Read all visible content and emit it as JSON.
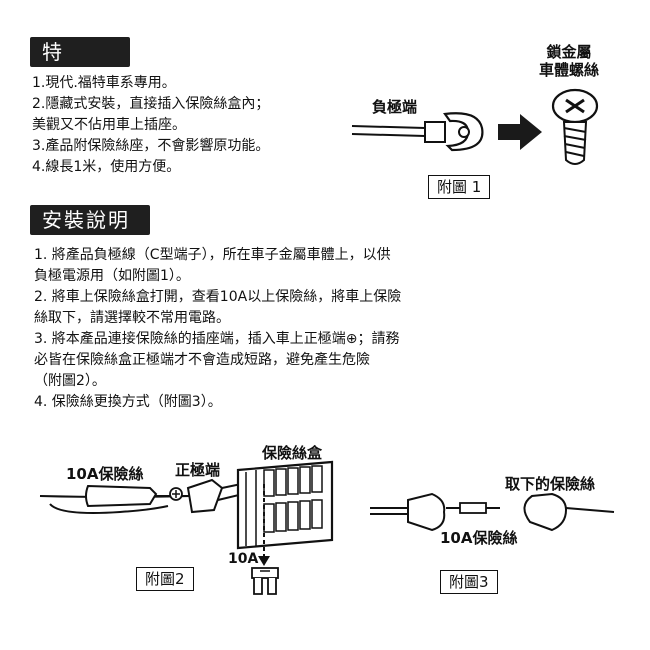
{
  "features": {
    "heading": "特點",
    "items": [
      "1.現代.福特車系專用。",
      "2.隱藏式安裝，直接插入保險絲盒內；\n美觀又不佔用車上插座。",
      "3.產品附保險絲座，不會影響原功能。",
      "4.線長1米，使用方便。"
    ]
  },
  "install": {
    "heading": "安裝說明",
    "items": [
      "1. 將產品負極線（C型端子），所在車子金屬車體上，以供\n負極電源用（如附圖1）。",
      "2. 將車上保險絲盒打開，查看10A以上保險絲，將車上保險\n絲取下，請選擇較不常用電路。",
      "3. 將本產品連接保險絲的插座端，插入車上正極端⊕；請務\n必皆在保險絲盒正極端才不會造成短路，避免產生危險\n（附圖2）。",
      "4. 保險絲更換方式（附圖3）。"
    ]
  },
  "figure1": {
    "label": "附圖 1",
    "negative_terminal": "負極端",
    "metal_screw": "鎖金屬\n車體螺絲"
  },
  "figure2": {
    "label": "附圖2",
    "fuse_10a": "10A保險絲",
    "positive_terminal": "正極端",
    "fuse_box": "保險絲盒",
    "fuse_rating": "10A"
  },
  "figure3": {
    "label": "附圖3",
    "removed_fuse": "取下的保險絲",
    "fuse_10a": "10A保險絲"
  }
}
